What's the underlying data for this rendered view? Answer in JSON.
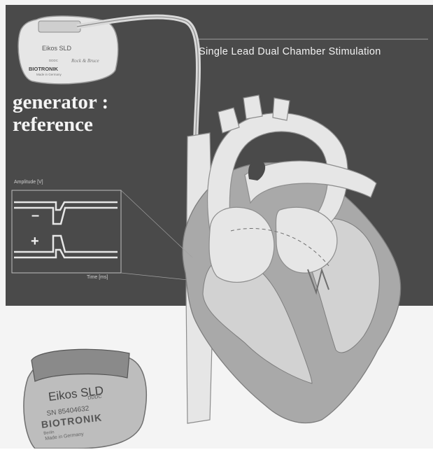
{
  "title": "Single Lead Dual Chamber Stimulation",
  "heading_line1": "generator :",
  "heading_line2": "reference",
  "waveform": {
    "y_axis_label": "Amplitude [V]",
    "x_axis_label": "Time [ms]",
    "negative_sign": "–",
    "positive_sign": "+"
  },
  "pacemaker_top": {
    "model": "Eikos SLD",
    "code": "DDDC",
    "brand": "BIOTRONIK",
    "origin": "Made in Germany",
    "signature": "Rock & Bruce"
  },
  "pacemaker_bottom": {
    "model": "Eikos SLD",
    "code": "DDDC",
    "serial": "SN 85404632",
    "brand": "BIOTRONIK",
    "city": "Berlin",
    "origin": "Made in Germany"
  },
  "colors": {
    "background_dark": "#4a4a4a",
    "background_light": "#f4f4f4",
    "heart_chamber": "#d2d2d2",
    "vessel_light": "#e6e6e6",
    "heart_wall": "#a9a9a9",
    "lead": "#f0f0f0"
  }
}
